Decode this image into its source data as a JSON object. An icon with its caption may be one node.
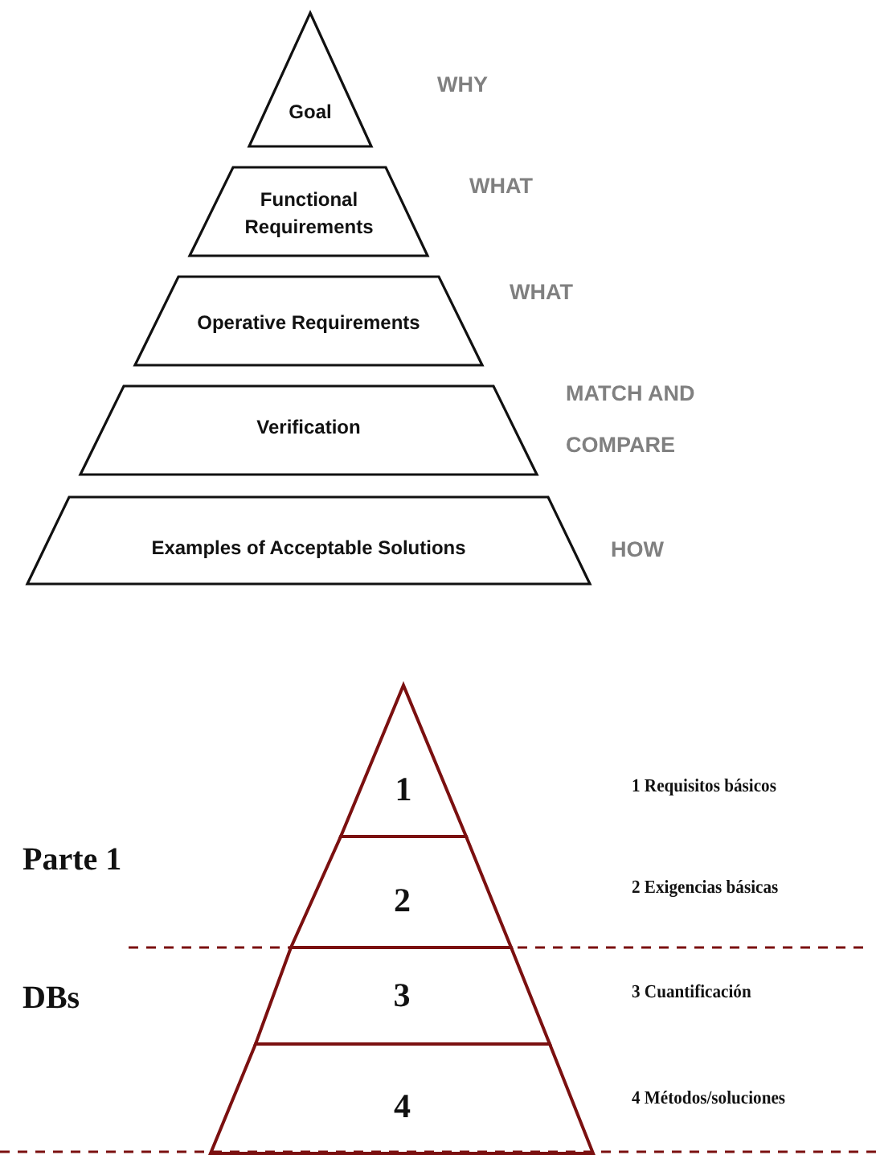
{
  "diagram": {
    "nodes": [
      {
        "text": [
          "Goal"
        ],
        "beside": [
          "WHY"
        ]
      },
      {
        "text": [
          "Functional Requirements"
        ],
        "beside": [
          "WHAT"
        ]
      },
      {
        "text": [
          "Operative Requirements"
        ],
        "beside": [
          "WHAT"
        ]
      },
      {
        "text": [
          "Verification"
        ],
        "beside": [
          "MATCH AND COMPARE"
        ]
      },
      {
        "text": [
          "Examples of Acceptable Solutions"
        ],
        "beside": [
          "HOW"
        ]
      },
      {
        "text": [
          "1"
        ]
      },
      {
        "text": [
          "2"
        ]
      },
      {
        "text": [
          "3"
        ]
      },
      {
        "text": [
          "4"
        ]
      }
    ],
    "labels": [
      "1 Requisitos básicos",
      "Parte 1",
      "2 Exigencias básicas",
      "3 Cuantificación",
      "DBs",
      "4 Métodos/soluciones"
    ]
  }
}
